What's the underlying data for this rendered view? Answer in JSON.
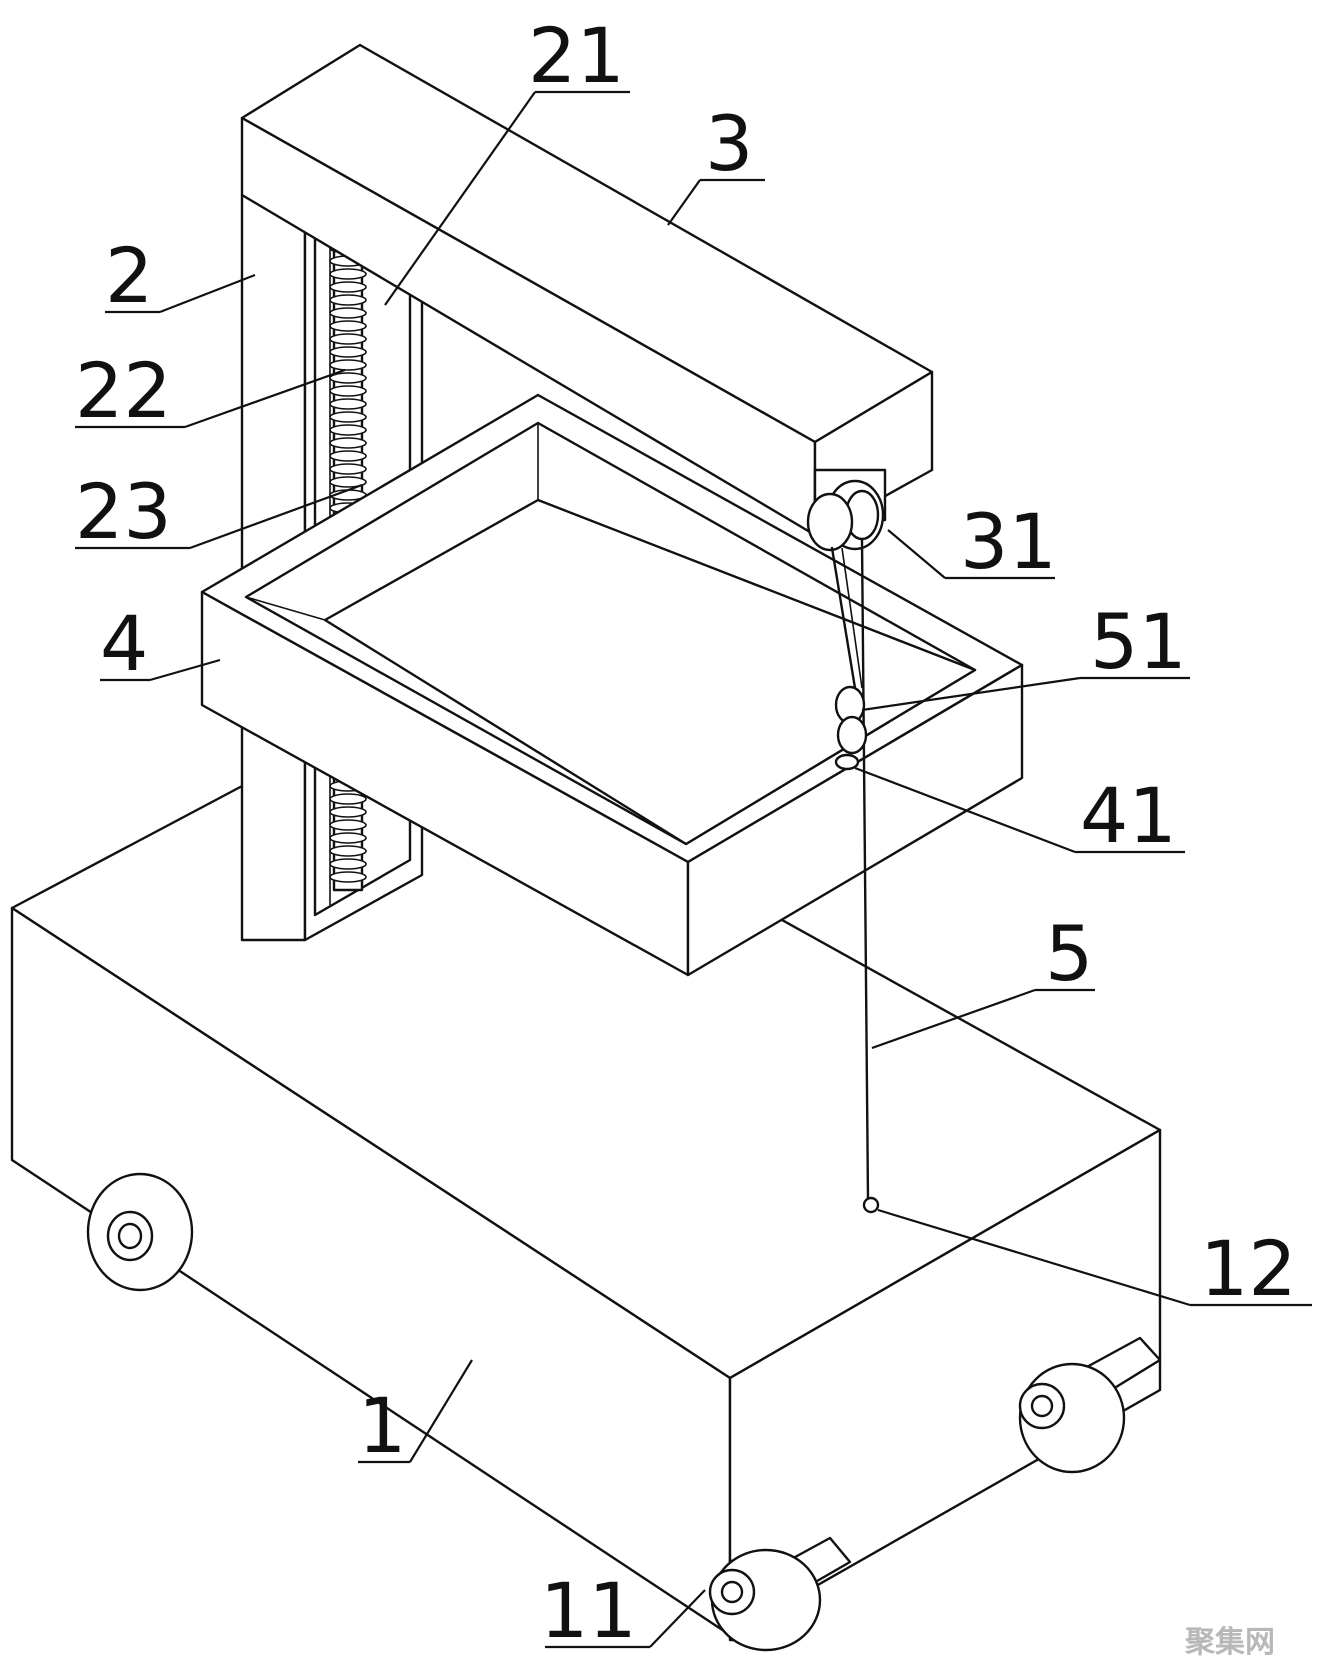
{
  "diagram": {
    "labels": {
      "l1": "1",
      "l2": "2",
      "l3": "3",
      "l4": "4",
      "l5": "5",
      "l11": "11",
      "l12": "12",
      "l21": "21",
      "l22": "22",
      "l23": "23",
      "l31": "31",
      "l41": "41",
      "l51": "51"
    },
    "watermark": "聚集网"
  }
}
